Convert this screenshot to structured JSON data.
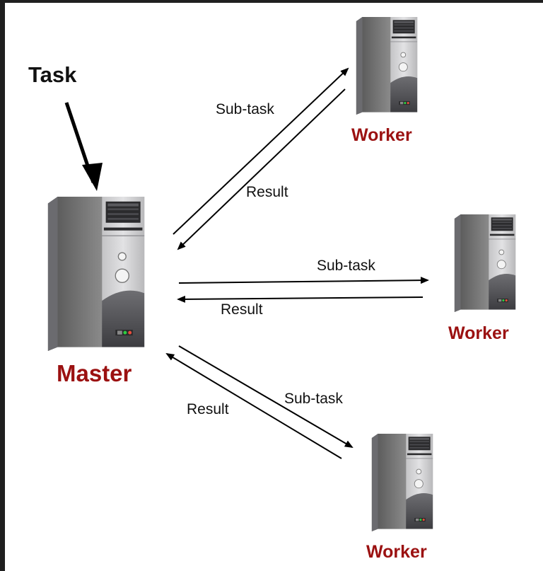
{
  "task_label": "Task",
  "master": {
    "label": "Master",
    "icon": "server-tower-icon"
  },
  "workers": [
    {
      "label": "Worker",
      "subtask_label": "Sub-task",
      "result_label": "Result"
    },
    {
      "label": "Worker",
      "subtask_label": "Sub-task",
      "result_label": "Result"
    },
    {
      "label": "Worker",
      "subtask_label": "Sub-task",
      "result_label": "Result"
    }
  ],
  "colors": {
    "node_label": "#9b1111",
    "arrow": "#000000",
    "frame": "#1f1f1f",
    "background": "#ffffff"
  }
}
